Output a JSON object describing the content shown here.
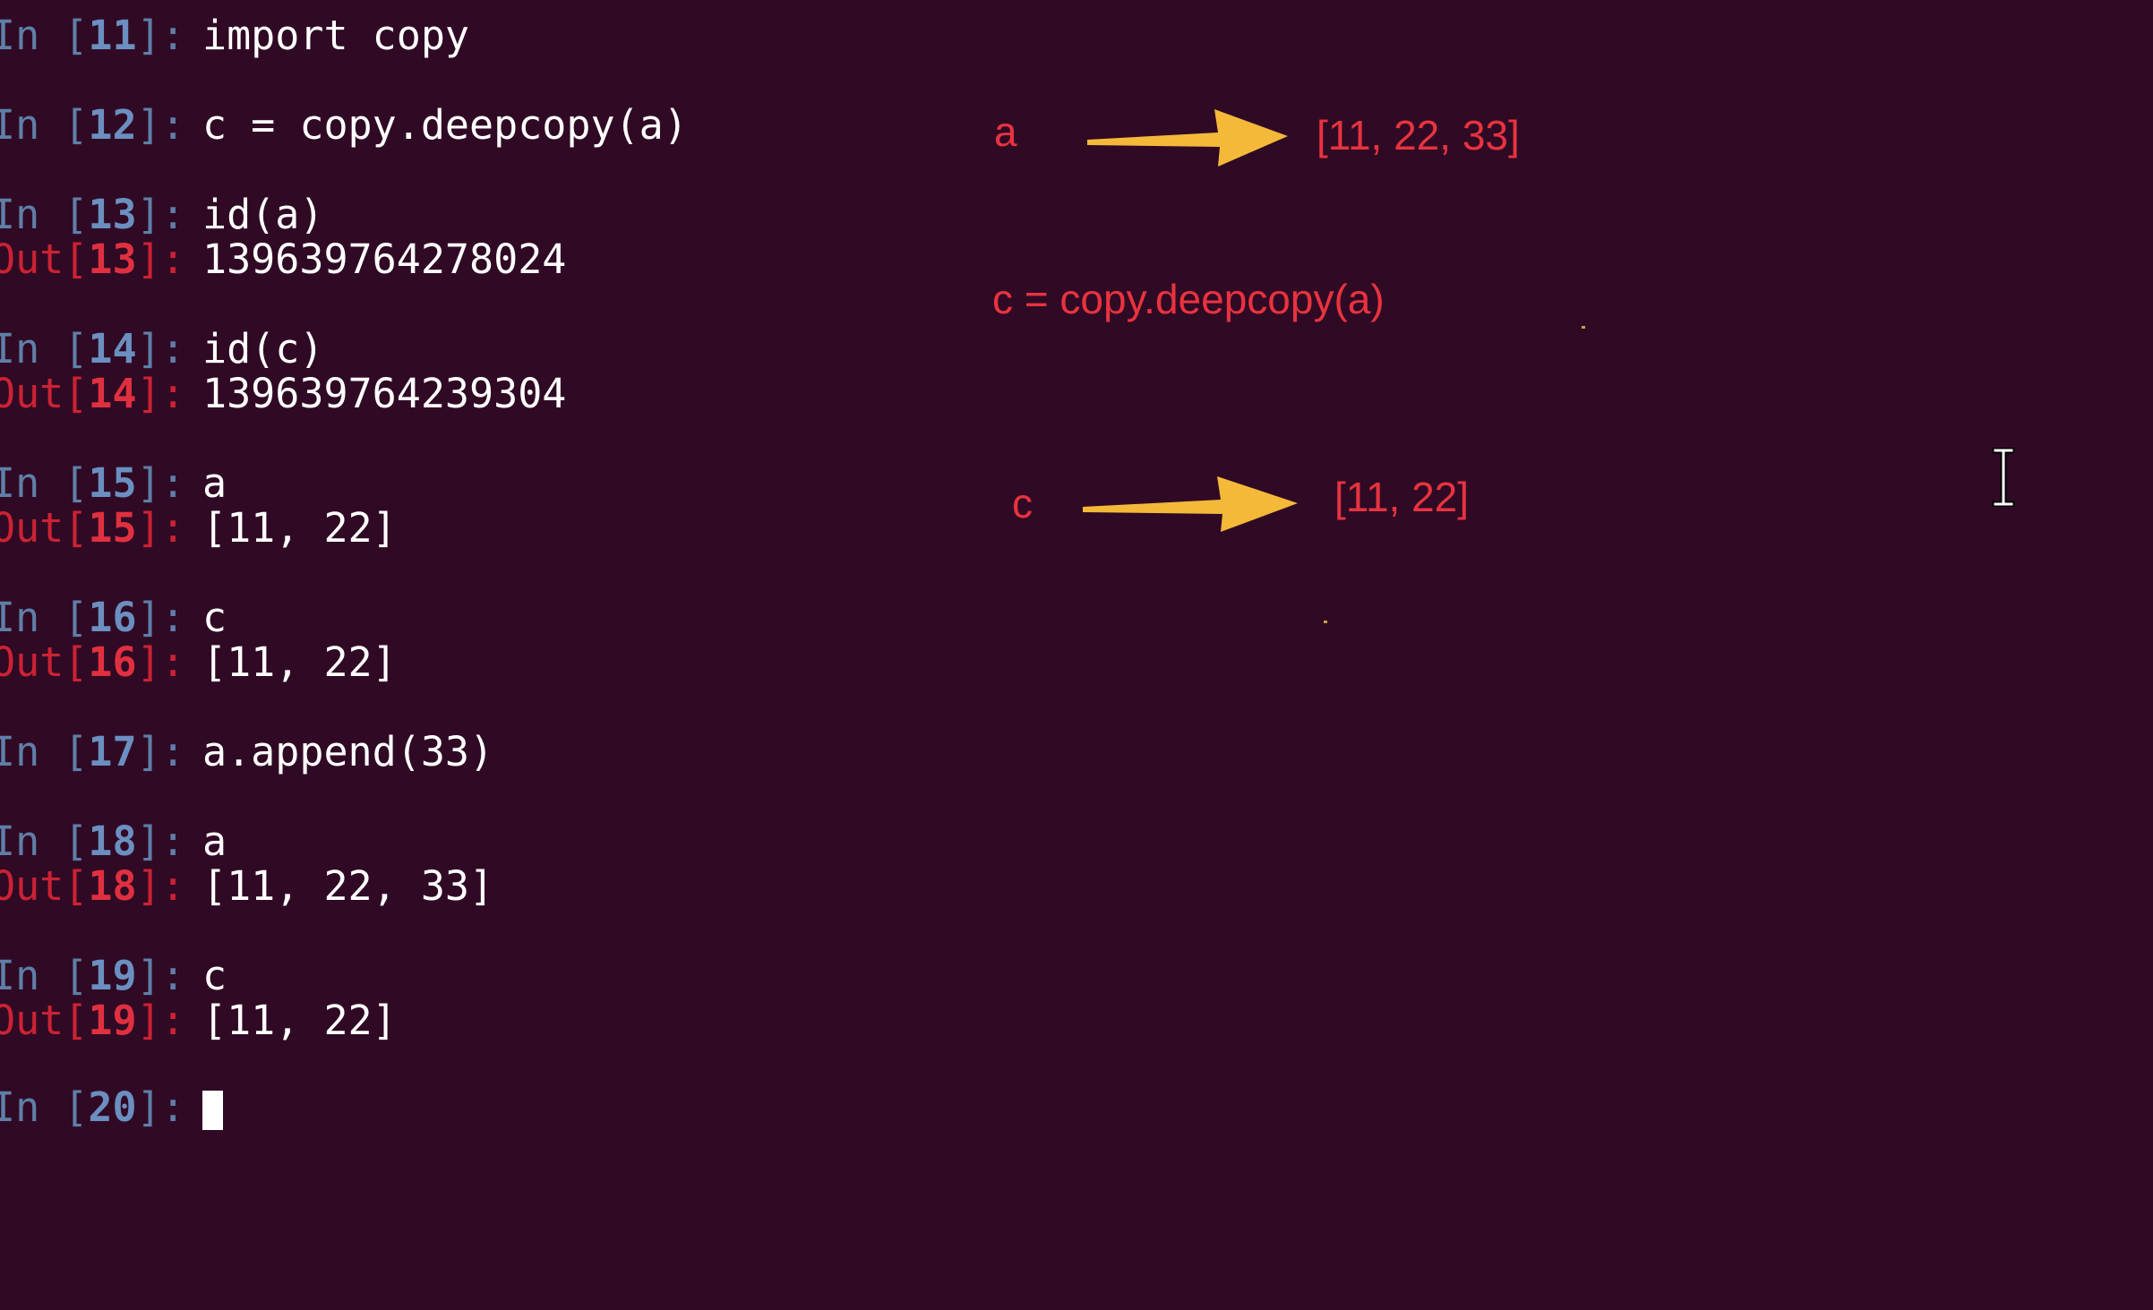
{
  "terminal": {
    "cells": [
      {
        "in_label": "In [",
        "num": "11",
        "close": "]: ",
        "code": "import copy"
      },
      {
        "in_label": "In [",
        "num": "12",
        "close": "]: ",
        "code": "c = copy.deepcopy(a)"
      },
      {
        "in_label": "In [",
        "num": "13",
        "close": "]: ",
        "code": "id(a)",
        "out_label": "Out[",
        "out_close": "]: ",
        "out": "139639764278024"
      },
      {
        "in_label": "In [",
        "num": "14",
        "close": "]: ",
        "code": "id(c)",
        "out_label": "Out[",
        "out_close": "]: ",
        "out": "139639764239304"
      },
      {
        "in_label": "In [",
        "num": "15",
        "close": "]: ",
        "code": "a",
        "out_label": "Out[",
        "out_close": "]: ",
        "out": "[11, 22]"
      },
      {
        "in_label": "In [",
        "num": "16",
        "close": "]: ",
        "code": "c",
        "out_label": "Out[",
        "out_close": "]: ",
        "out": "[11, 22]"
      },
      {
        "in_label": "In [",
        "num": "17",
        "close": "]: ",
        "code": "a.append(33)"
      },
      {
        "in_label": "In [",
        "num": "18",
        "close": "]: ",
        "code": "a",
        "out_label": "Out[",
        "out_close": "]: ",
        "out": "[11, 22, 33]"
      },
      {
        "in_label": "In [",
        "num": "19",
        "close": "]: ",
        "code": "c",
        "out_label": "Out[",
        "out_close": "]: ",
        "out": "[11, 22]"
      },
      {
        "in_label": "In [",
        "num": "20",
        "close": "]: ",
        "code": ""
      }
    ]
  },
  "annotations": {
    "var_a": "a",
    "list_a": "[11, 22, 33]",
    "deepcopy_stmt": "c = copy.deepcopy(a)",
    "var_c": "c",
    "list_c": "[11, 22]"
  },
  "colors": {
    "background": "#300a24",
    "annotation_text": "#e8333f",
    "arrow": "#f5b93a",
    "prompt_in": "#6b8fc0",
    "prompt_out": "#e03040"
  },
  "icons": {
    "text_cursor": "ibeam-cursor-icon",
    "arrow": "right-arrow-icon"
  }
}
